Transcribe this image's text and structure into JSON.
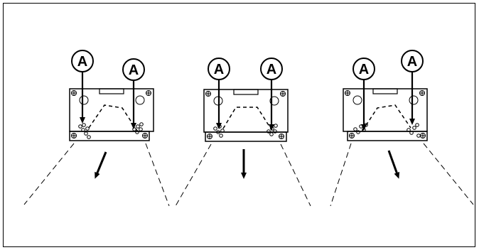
{
  "callout_label": "A",
  "colors": {
    "line": "#000000",
    "background": "#ffffff"
  },
  "panels": [
    {
      "id": "left",
      "direction": "down-left"
    },
    {
      "id": "center",
      "direction": "down"
    },
    {
      "id": "right",
      "direction": "down-right"
    }
  ]
}
